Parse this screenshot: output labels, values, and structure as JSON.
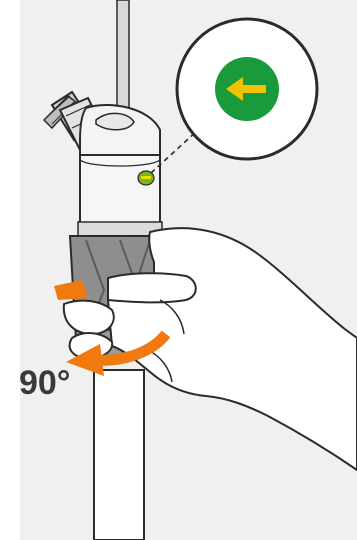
{
  "instruction": {
    "angle_text": "90°",
    "rotation_direction": "counterclockwise",
    "indicator_arrow_direction": "left"
  },
  "colors": {
    "background_panel": "#f0f0f0",
    "outline": "#2b2b2b",
    "indicator_green": "#1a9a3a",
    "indicator_arrow": "#f2c200",
    "rotation_arrow": "#f07a10",
    "flow_arrow": "#f5d000",
    "nut_body": "#8e8e8e",
    "valve_body": "#f4f4f4",
    "angle_text": "#3a3a3a"
  },
  "icons": {
    "callout": "left-arrow-icon",
    "rotation": "rotate-ccw-arrow-icon",
    "flow": "down-arrow-icon",
    "led": "status-led-icon"
  }
}
